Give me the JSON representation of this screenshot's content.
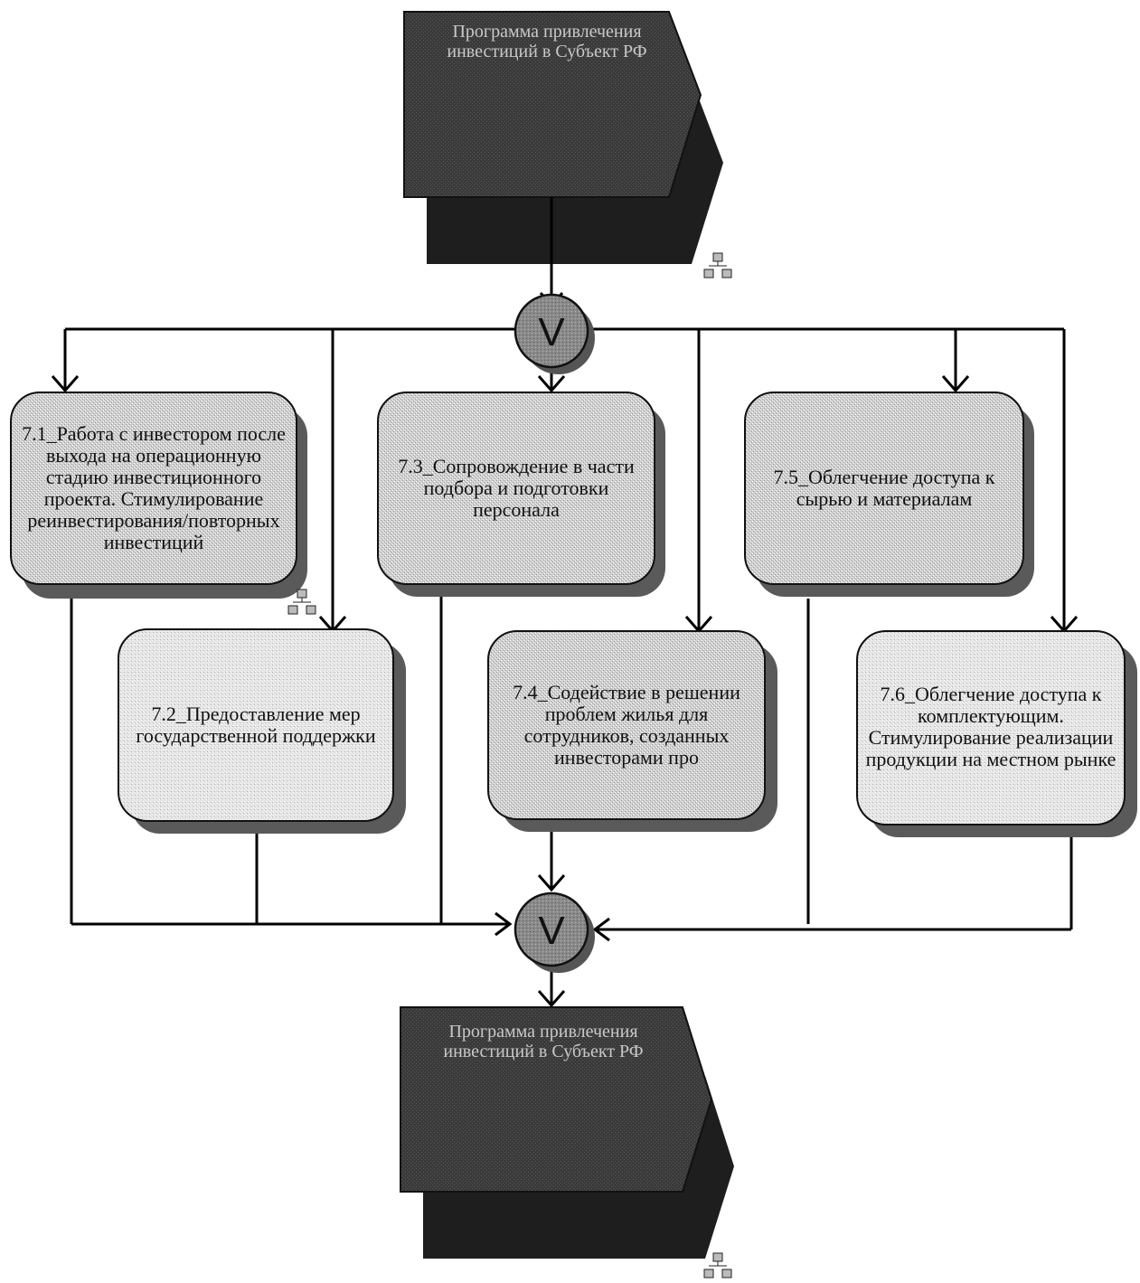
{
  "diagram": {
    "start_event": {
      "label_line1": "Программа привлечения",
      "label_line2": "инвестиций в Субъект РФ"
    },
    "end_event": {
      "label_line1": "Программа привлечения",
      "label_line2": "инвестиций в Субъект РФ"
    },
    "operators": {
      "split": "V",
      "join": "V"
    },
    "functions": [
      {
        "id": "7.1",
        "label": "7.1_Работа с инвестором после выхода на операционную стадию инвестиционного проекта. Стимулирование реинвестирования/повторных инвестиций"
      },
      {
        "id": "7.2",
        "label": "7.2_Предоставление мер государственной поддержки"
      },
      {
        "id": "7.3",
        "label": "7.3_Сопровождение в части подбора и подготовки персонала"
      },
      {
        "id": "7.4",
        "label": "7.4_Содействие в решении проблем жилья для сотрудников, созданных инвесторами про"
      },
      {
        "id": "7.5",
        "label": "7.5_Облегчение доступа к сырью и материалам"
      },
      {
        "id": "7.6",
        "label": "7.6_Облегчение доступа к комплектующим. Стимулирование реализации продукции на местном рынке"
      }
    ],
    "colors": {
      "event_fill": "#3a3a3a",
      "event_shadow": "#1e1e1e",
      "function_fill": "#cfcfcf",
      "function_fill_light": "#e2e2e2",
      "function_shadow": "#5a5a5a",
      "operator_fill": "#8a8a8a",
      "line": "#000000"
    }
  }
}
